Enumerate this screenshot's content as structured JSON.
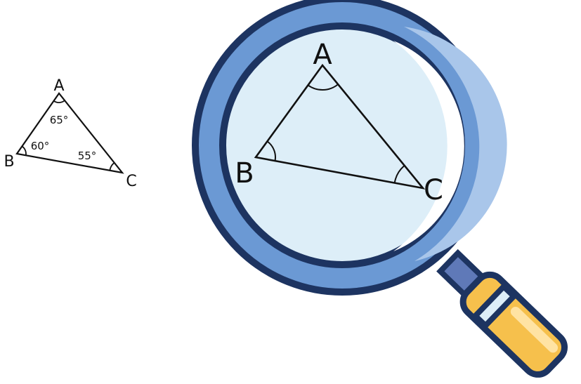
{
  "small_triangle": {
    "vertices": {
      "a": "A",
      "b": "B",
      "c": "C"
    },
    "angles": {
      "a": "65°",
      "b": "60°",
      "c": "55°"
    }
  },
  "magnified_triangle": {
    "vertices": {
      "a": "A",
      "b": "B",
      "c": "C"
    }
  },
  "colors": {
    "ring_outline": "#1d3461",
    "ring_fill": "#6b99d4",
    "ring_highlight": "#a9c6ea",
    "lens": "#ddeef8",
    "lens_glare": "#ffffff",
    "neck": "#5f79b8",
    "handle": "#f6c04c",
    "handle_light": "#ffe3a3",
    "band": "#ddeef8",
    "line": "#111111"
  },
  "icons": {
    "tool": "magnifying-glass-icon"
  }
}
